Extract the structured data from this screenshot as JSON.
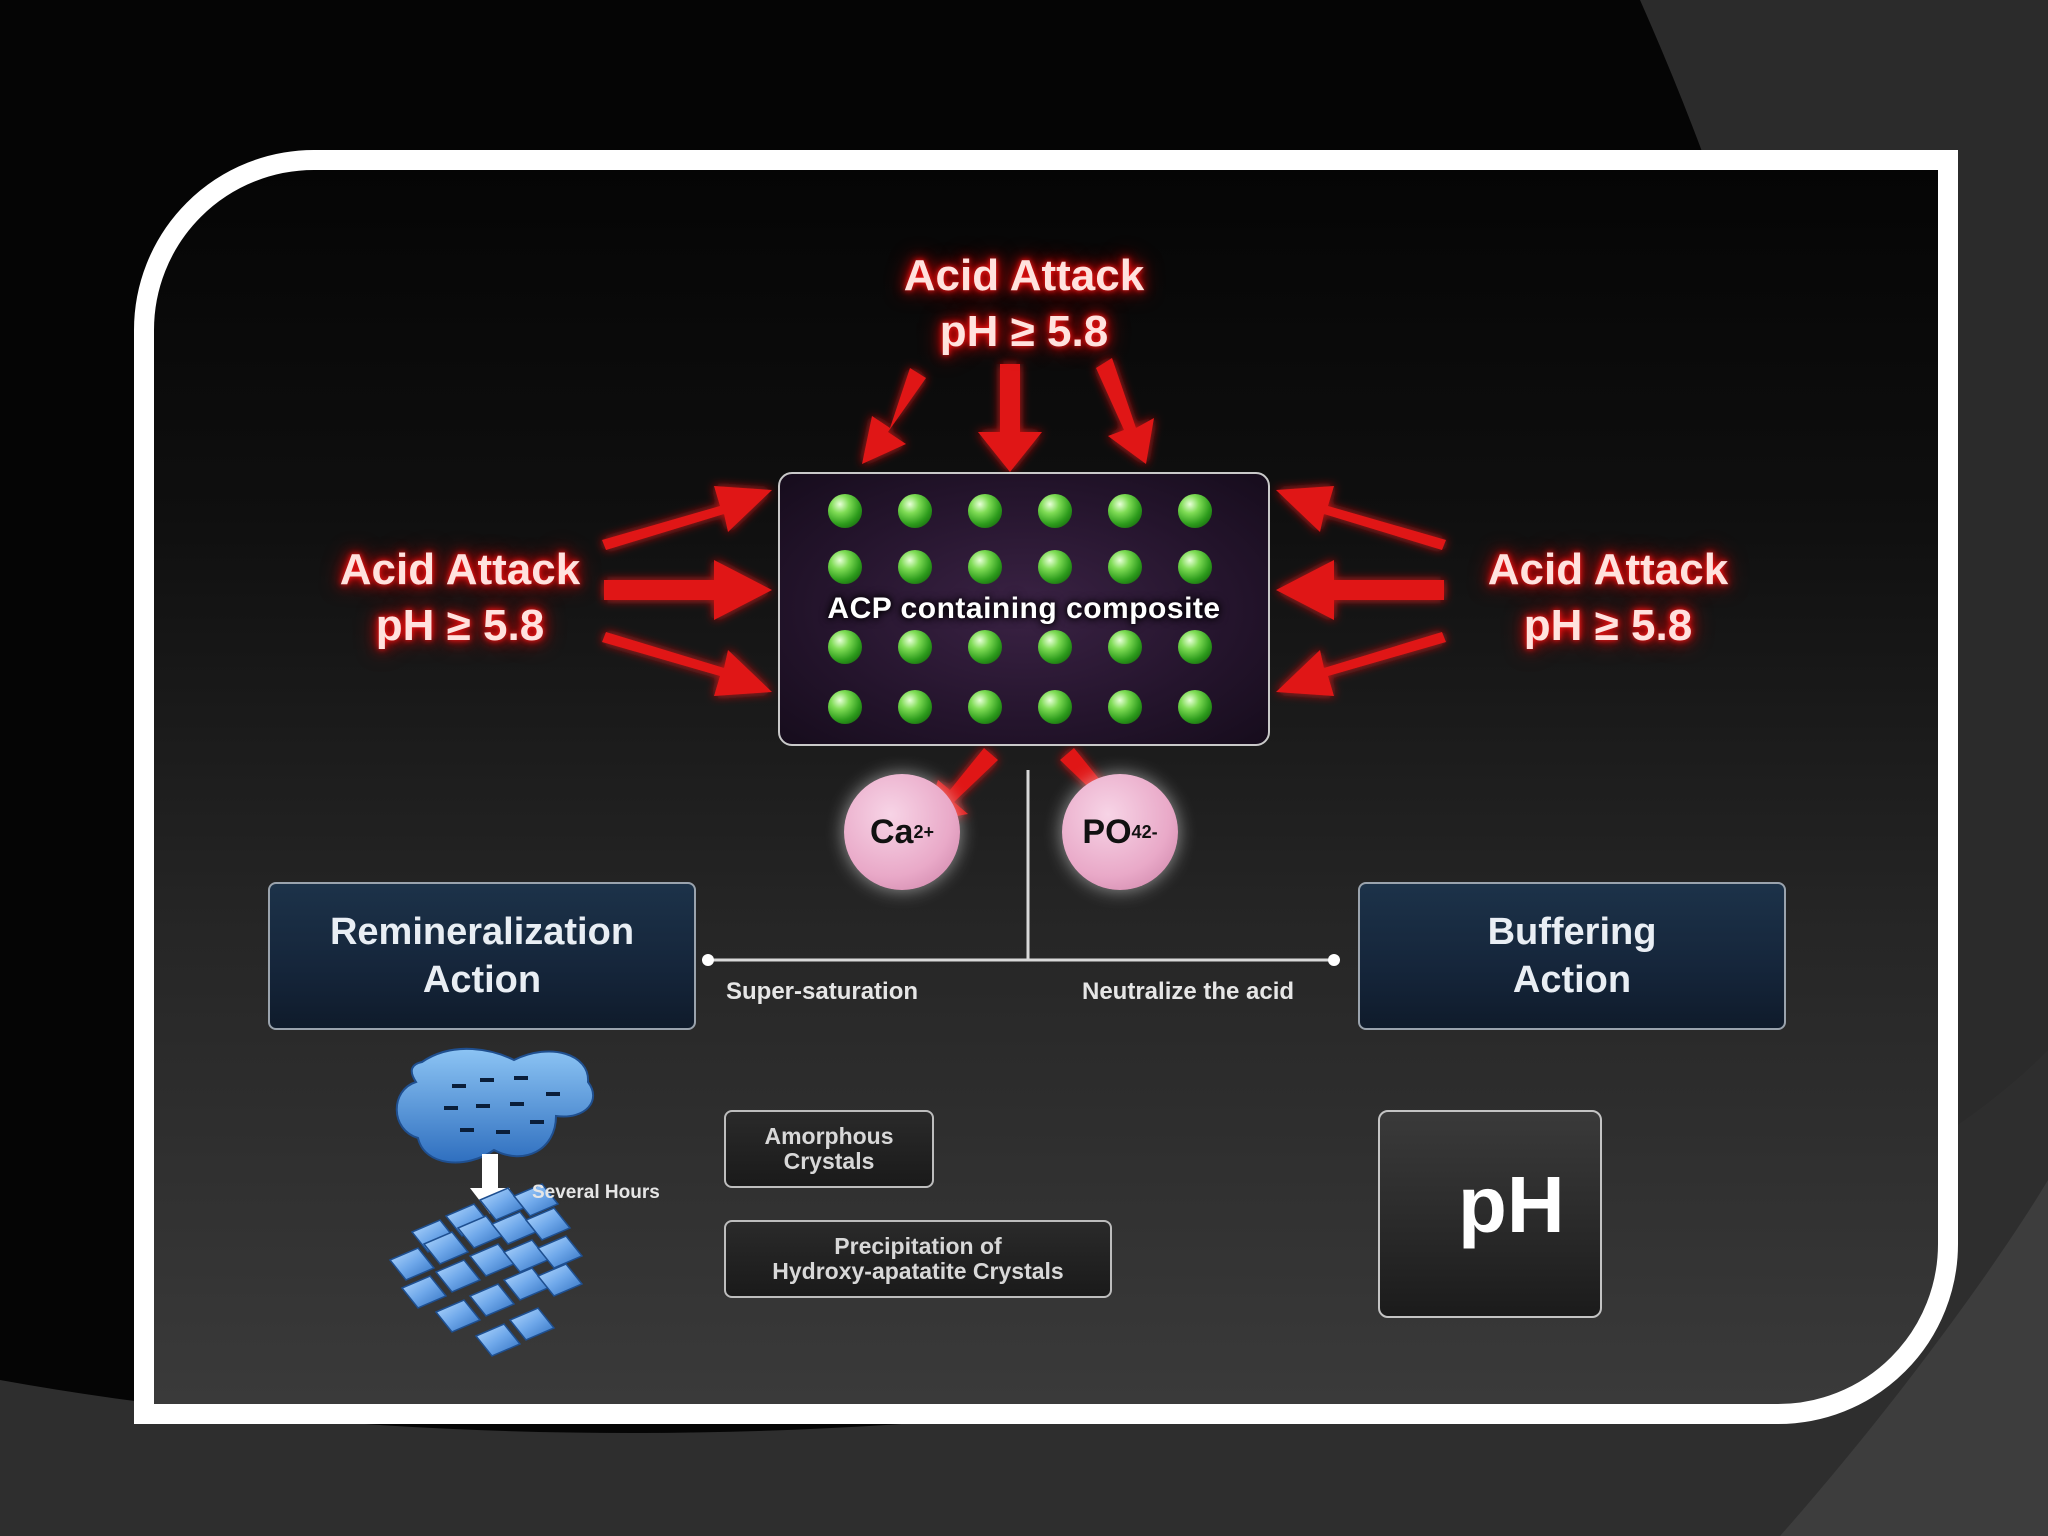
{
  "diagram": {
    "acid_attack_top": {
      "line1": "Acid Attack",
      "line2": "pH ≥ 5.8"
    },
    "acid_attack_left": {
      "line1": "Acid Attack",
      "line2": "pH ≥ 5.8"
    },
    "acid_attack_right": {
      "line1": "Acid Attack",
      "line2": "pH ≥ 5.8"
    },
    "composite_label": "ACP containing composite",
    "ion_calcium": {
      "base": "Ca",
      "charge": "2+"
    },
    "ion_phosphate": {
      "base": "PO",
      "subscript": "4",
      "charge": "2-"
    },
    "remineralization": {
      "line1": "Remineralization",
      "line2": "Action"
    },
    "buffering": {
      "line1": "Buffering",
      "line2": "Action"
    },
    "super_saturation": "Super-saturation",
    "neutralize": "Neutralize the acid",
    "several_hours": "Several Hours",
    "amorphous": {
      "line1": "Amorphous",
      "line2": "Crystals"
    },
    "precipitation": {
      "line1": "Precipitation of",
      "line2": "Hydroxy-apatatite Crystals"
    },
    "ph_label": "pH"
  },
  "colors": {
    "arrow_red": "#e01818",
    "glow_red": "#ff1d1d",
    "sphere_green": "#3fb52a",
    "ion_pink": "#e9a9c8",
    "action_navy": "#16273b",
    "crystal_blue": "#5a9be0",
    "frame_white": "#ffffff"
  }
}
